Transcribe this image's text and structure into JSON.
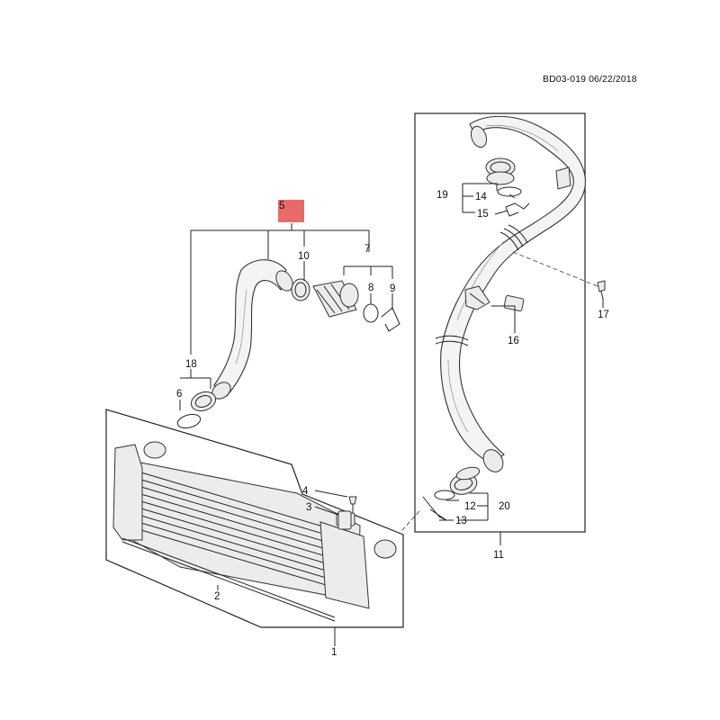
{
  "document_ref": "BD03-019 06/22/2018",
  "highlight_color": "#e86a6a",
  "callouts": {
    "c1": "1",
    "c2": "2",
    "c3": "3",
    "c4": "4",
    "c5": "5",
    "c6": "6",
    "c7": "7",
    "c8": "8",
    "c9": "9",
    "c10": "10",
    "c11": "11",
    "c12": "12",
    "c13": "13",
    "c14": "14",
    "c15": "15",
    "c16": "16",
    "c17": "17",
    "c18": "18",
    "c19": "19",
    "c20": "20"
  }
}
